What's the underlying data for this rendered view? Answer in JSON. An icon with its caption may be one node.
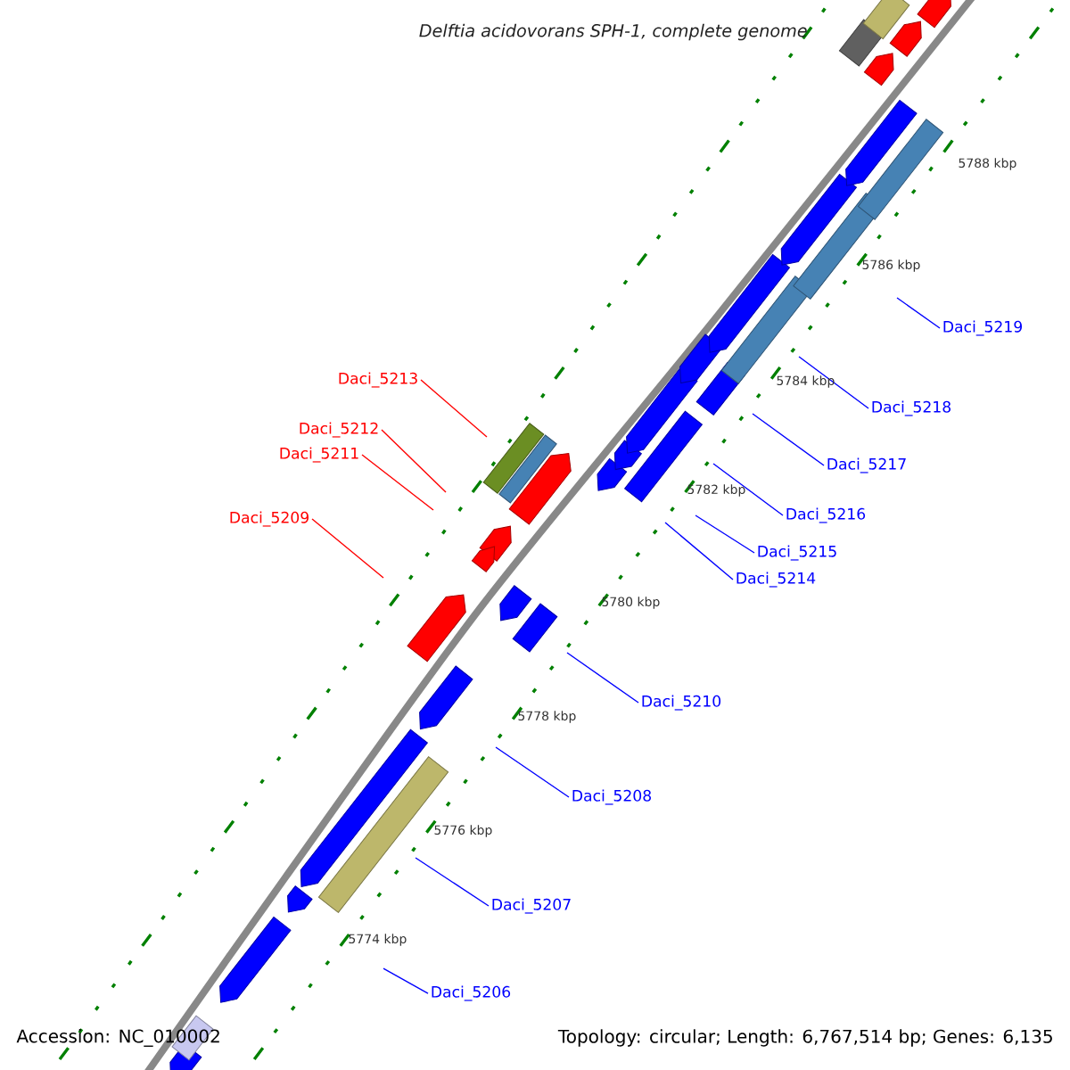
{
  "diagram": {
    "title": "Delftia acidovorans SPH-1, complete genome",
    "nodes": [
      {
        "text": [
          "Daci_5219"
        ]
      },
      {
        "text": [
          "Daci_5213"
        ]
      },
      {
        "text": [
          "Daci_5218"
        ]
      },
      {
        "text": [
          "Daci_5212"
        ]
      },
      {
        "text": [
          "Daci_5211"
        ]
      },
      {
        "text": [
          "Daci_5217"
        ]
      },
      {
        "text": [
          "Daci_5216"
        ]
      },
      {
        "text": [
          "Daci_5209"
        ]
      },
      {
        "text": [
          "Daci_5215"
        ]
      },
      {
        "text": [
          "Daci_5214"
        ]
      },
      {
        "text": [
          "Daci_5210"
        ]
      },
      {
        "text": [
          "Daci_5208"
        ]
      },
      {
        "text": [
          "Daci_5207"
        ]
      },
      {
        "text": [
          "Daci_5206"
        ]
      }
    ],
    "edges": [
      {
        "from": 0,
        "to": null,
        "arrow": "none"
      },
      {
        "from": 1,
        "to": null,
        "arrow": "none",
        "color": "#ff0000"
      },
      {
        "from": 2,
        "to": null,
        "arrow": "none"
      },
      {
        "from": 3,
        "to": null,
        "arrow": "none",
        "color": "#ff0000"
      },
      {
        "from": 4,
        "to": null,
        "arrow": "none",
        "color": "#ff0000"
      },
      {
        "from": 5,
        "to": null,
        "arrow": "none"
      },
      {
        "from": 6,
        "to": null,
        "arrow": "none"
      },
      {
        "from": 7,
        "to": null,
        "arrow": "none",
        "color": "#ff0000"
      },
      {
        "from": 8,
        "to": null,
        "arrow": "none"
      },
      {
        "from": 9,
        "to": null,
        "arrow": "none"
      },
      {
        "from": 10,
        "to": null,
        "arrow": "none"
      },
      {
        "from": 11,
        "to": null,
        "arrow": "none"
      },
      {
        "from": 12,
        "to": null,
        "arrow": "none"
      },
      {
        "from": 13,
        "to": null,
        "arrow": "none"
      }
    ],
    "labels": [
      "5788 kbp",
      "5786 kbp",
      "5784 kbp",
      "5782 kbp",
      "5780 kbp",
      "5778 kbp",
      "5776 kbp",
      "5774 kbp",
      "Accession: NC_010002",
      "Topology: circular; Length: 6,767,514 bp; Genes: 6,135"
    ]
  }
}
